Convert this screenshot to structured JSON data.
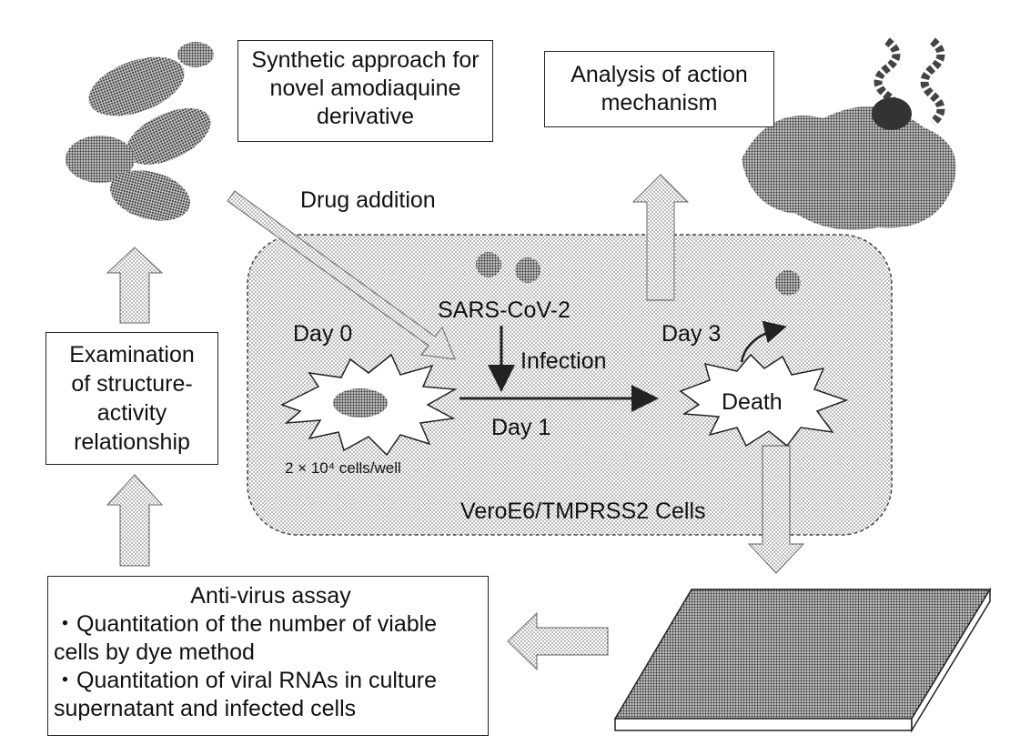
{
  "boxes": {
    "synthetic": [
      "Synthetic approach for",
      "novel amodiaquine",
      "derivative"
    ],
    "analysis": [
      "Analysis of action",
      "mechanism"
    ],
    "examination": [
      "Examination",
      "of structure-",
      "activity",
      "relationship"
    ],
    "assay": {
      "title": "Anti-virus assay",
      "lines": [
        "・Quantitation of the number of viable",
        "cells by dye method",
        "・Quantitation of viral RNAs in culture",
        "supernatant and infected cells"
      ]
    }
  },
  "labels": {
    "drug_addition": "Drug addition",
    "virus": "SARS-CoV-2",
    "day0": "Day 0",
    "day1": "Day 1",
    "day3": "Day 3",
    "infection": "Infection",
    "death": "Death",
    "cells_per_well": "2 × 10⁴ cells/well",
    "cell_line": "VeroE6/TMPRSS2 Cells"
  },
  "colors": {
    "stipple": "#8a8a8a",
    "ink": "#222222"
  }
}
